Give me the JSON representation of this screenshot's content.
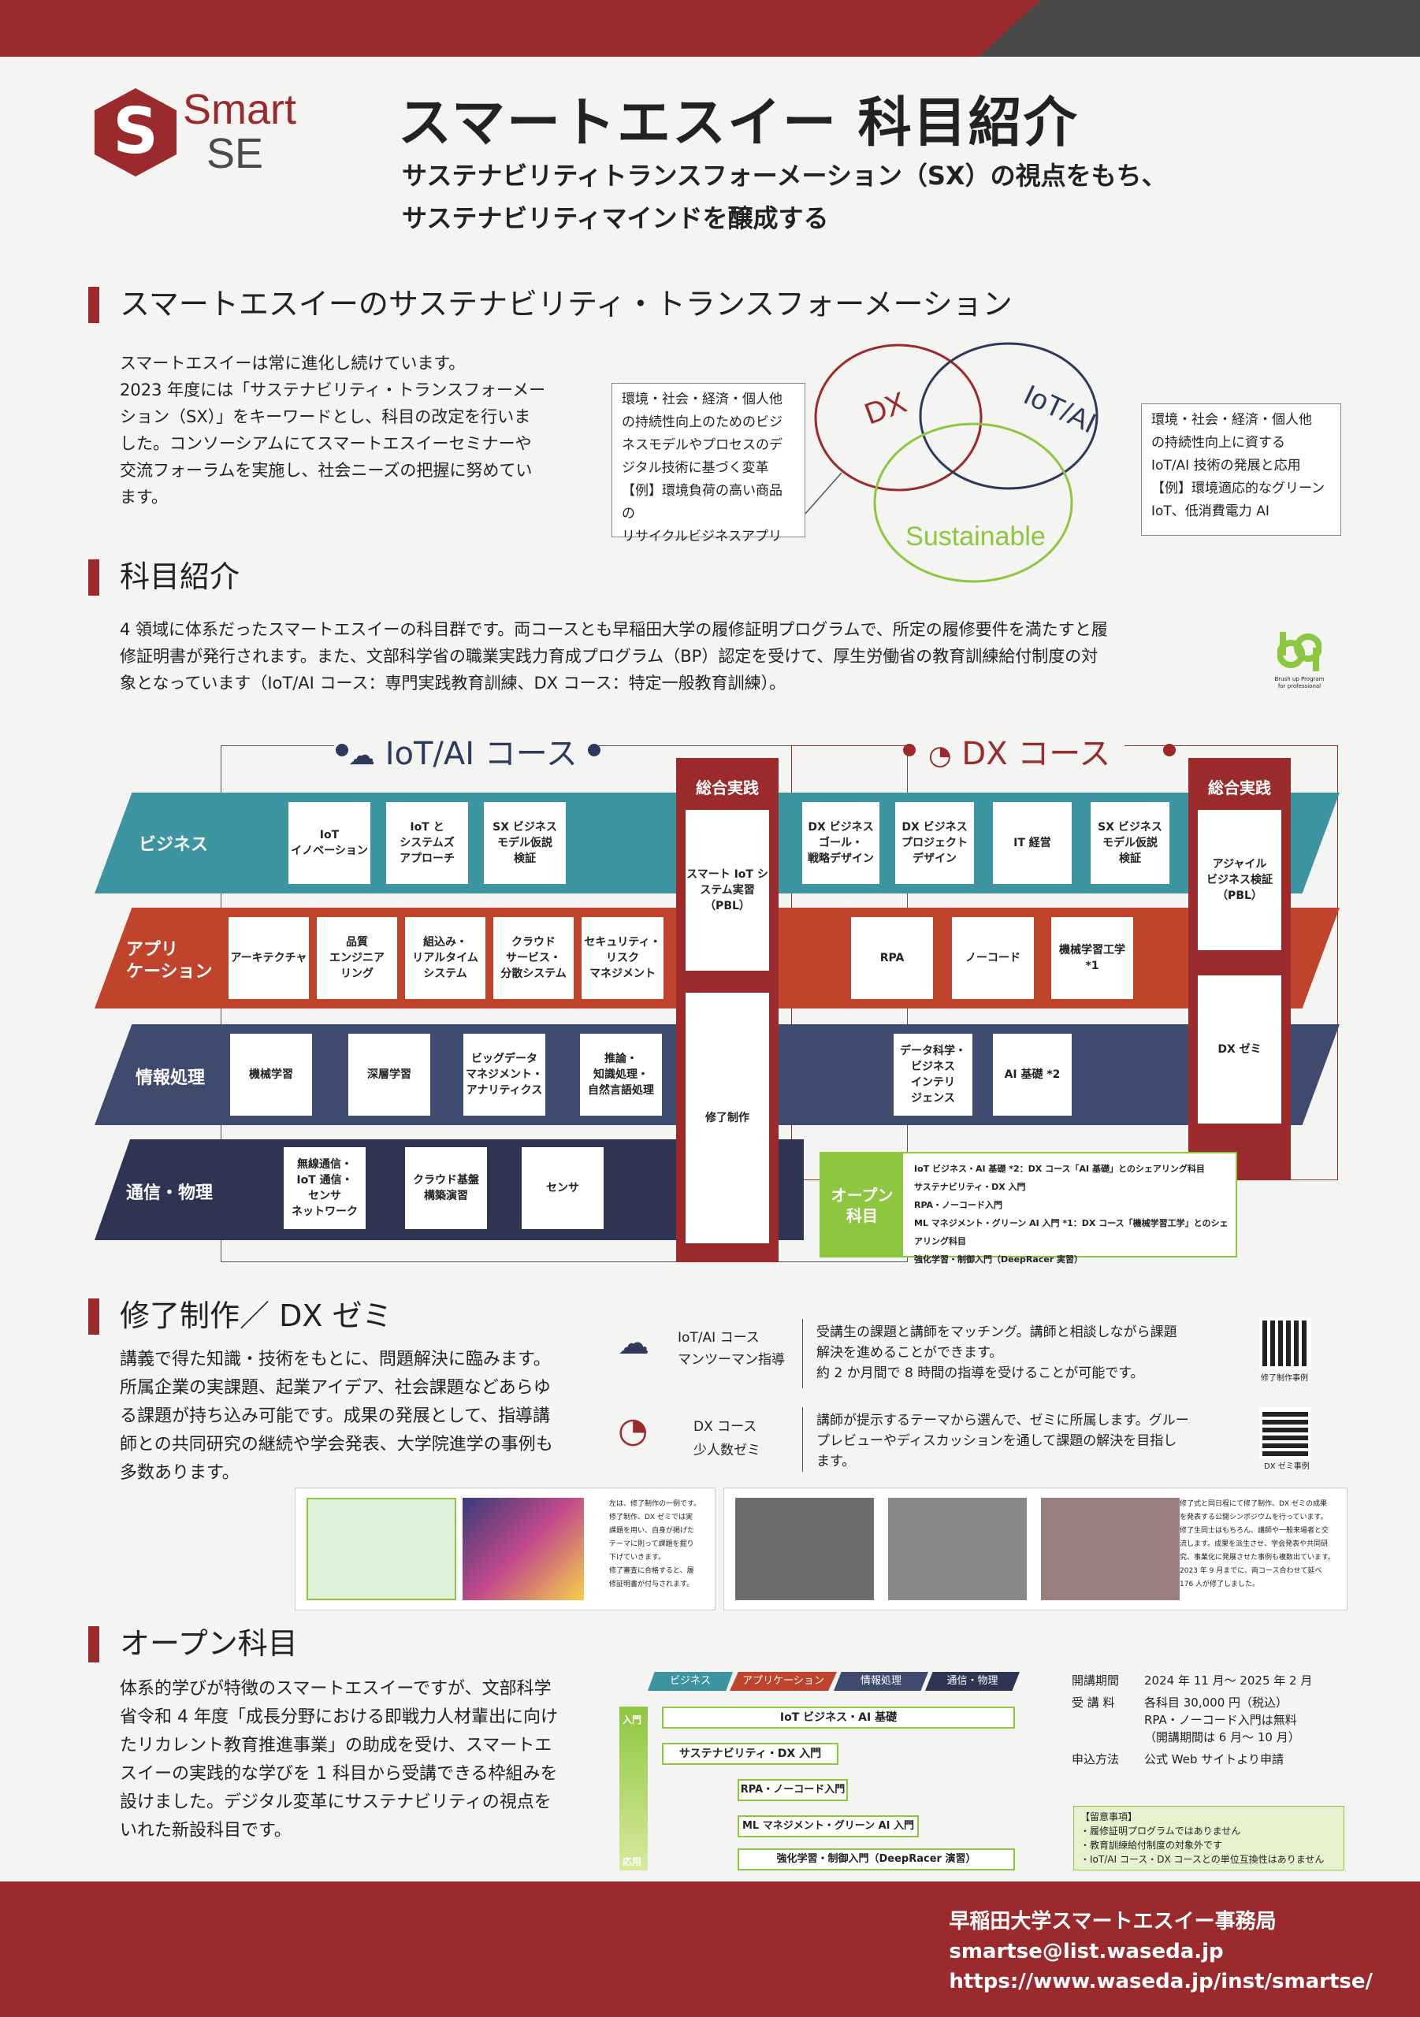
{
  "logo": {
    "word1": "Smart",
    "word2": "SE",
    "colors": {
      "accent": "#9b2a2d",
      "dark": "#4a4a4a"
    }
  },
  "title": "スマートエスイー 科目紹介",
  "subtitle": [
    "サステナビリティトランスフォーメーション（SX）の視点をもち、",
    "サステナビリティマインドを醸成する"
  ],
  "sx": {
    "heading": "スマートエスイーのサステナビリティ・トランスフォーメーション",
    "body": [
      "スマートエスイーは常に進化し続けています。",
      "2023 年度には「サステナビリティ・トランスフォーメー",
      "ション（SX）」をキーワードとし、科目の改定を行いま",
      "した。コンソーシアムにてスマートエスイーセミナーや",
      "交流フォーラムを実施し、社会ニーズの把握に努めてい",
      "ます。"
    ],
    "left_box": [
      "環境・社会・経済・個人他",
      "の持続性向上のためのビジ",
      "ネスモデルやプロセスのデ",
      "ジタル技術に基づく変革",
      "【例】環境負荷の高い商品の",
      "リサイクルビジネスアプリ"
    ],
    "right_box": [
      "環境・社会・経済・個人他",
      "の持続性向上に資する",
      "IoT/AI 技術の発展と応用",
      "【例】環境適応的なグリーン",
      "IoT、低消費電力 AI"
    ],
    "venn": {
      "dx": "DX",
      "iot": "IoT/AI",
      "sus": "Sustainable"
    }
  },
  "courses": {
    "heading": "科目紹介",
    "body": [
      "4 領域に体系だったスマートエスイーの科目群です。両コースとも早稲田大学の履修証明プログラムで、所定の履修要件を満たすと履",
      "修証明書が発行されます。また、文部科学省の職業実践力育成プログラム（BP）認定を受けて、厚生労働省の教育訓練給付制度の対",
      "象となっています（IoT/AI コース：専門実践教育訓練、DX コース：特定一般教育訓練）。"
    ],
    "bp_logo": [
      "Brush up Program",
      "for professional"
    ],
    "iot_title": "IoT/AI コース",
    "dx_title": "DX コース",
    "practice": "総合実践",
    "bands": [
      "ビジネス",
      "アプリ\nケーション",
      "情報処理",
      "通信・物理"
    ],
    "iot_cells": {
      "biz": [
        "IoT\nイノベーション",
        "IoT と\nシステムズ\nアプローチ",
        "SX ビジネス\nモデル仮説\n検証"
      ],
      "app": [
        "アーキテクチャ",
        "品質\nエンジニア\nリング",
        "組込み・\nリアルタイム\nシステム",
        "クラウド\nサービス・\n分散システム",
        "セキュリティ・\nリスク\nマネジメント"
      ],
      "info": [
        "機械学習",
        "深層学習",
        "ビッグデータ\nマネジメント・\nアナリティクス",
        "推論・\n知識処理・\n自然言語処理"
      ],
      "comm": [
        "無線通信・\nIoT 通信・\nセンサ\nネットワーク",
        "クラウド基盤\n構築演習",
        "センサ"
      ],
      "practice1": "スマート IoT シ\nステム実習\n（PBL）",
      "practice2": "修了制作"
    },
    "dx_cells": {
      "biz": [
        "DX ビジネス\nゴール・\n戦略デザイン",
        "DX ビジネス\nプロジェクト\nデザイン",
        "IT 経営",
        "SX ビジネス\nモデル仮説\n検証"
      ],
      "app": [
        "RPA",
        "ノーコード",
        "機械学習工学 *1"
      ],
      "info": [
        "データ科学・\nビジネス\nインテリ\nジェンス",
        "AI 基礎 *2"
      ],
      "practice1": "アジャイル\nビジネス検証\n（PBL）",
      "practice2": "DX ゼミ"
    },
    "open": {
      "label": "オープン\n科目",
      "items": [
        "IoT ビジネス・AI 基礎 *2：DX コース「AI 基礎」とのシェアリング科目",
        "サステナビリティ・DX 入門",
        "RPA・ノーコード入門",
        "ML マネジメント・グリーン AI 入門 *1：DX コース「機械学習工学」とのシェアリング科目",
        "強化学習・制御入門（DeepRacer 実習）"
      ]
    }
  },
  "thesis": {
    "heading": "修了制作／ DX ゼミ",
    "body": [
      "講義で得た知識・技術をもとに、問題解決に臨みます。",
      "所属企業の実課題、起業アイデア、社会課題などあらゆ",
      "る課題が持ち込み可能です。成果の発展として、指導講",
      "師との共同研究の継続や学会発表、大学院進学の事例も",
      "多数あります。"
    ],
    "iot_label": [
      "IoT/AI コース",
      "マンツーマン指導"
    ],
    "iot_text": [
      "受講生の課題と講師をマッチング。講師と相談しながら課題",
      "解決を進めることができます。",
      "約 2 か月間で 8 時間の指導を受けることが可能です。"
    ],
    "dx_label": [
      "DX コース",
      "少人数ゼミ"
    ],
    "dx_text": [
      "講師が提示するテーマから選んで、ゼミに所属します。グルー",
      "プレビューやディスカッションを通して課題の解決を目指し",
      "ます。"
    ],
    "qr1": "修了制作事例",
    "qr2": "DX ゼミ事例",
    "cap1": [
      "左は、修了制作の一例です。",
      "修了制作、DX ゼミでは実",
      "課題を用い、自身が掲げた",
      "テーマに則って課題を掘り",
      "下げていきます。",
      "修了審査に合格すると、履",
      "修証明書が付与されます。"
    ],
    "cap2": [
      "修了式と同日程にて修了制作、DX ゼミの成果",
      "を発表する公開シンポジウムを行っています。",
      "修了生同士はもちろん、講師や一般来場者と交",
      "流します。成果を派生させ、学会発表や共同研",
      "究、事業化に発展させた事例も複数出ています。",
      "2023 年 9 月までに、両コース合わせて延べ",
      "176 人が修了しました。"
    ]
  },
  "open": {
    "heading": "オープン科目",
    "body": [
      "体系的学びが特徴のスマートエスイーですが、文部科学",
      "省令和 4 年度「成長分野における即戦力人材輩出に向け",
      "たリカレント教育推進事業」の助成を受け、スマートエ",
      "スイーの実践的な学びを 1 科目から受講できる枠組みを",
      "設けました。デジタル変革にサステナビリティの視点を",
      "いれた新設科目です。"
    ],
    "tabs": [
      "ビジネス",
      "アプリケーション",
      "情報処理",
      "通信・物理"
    ],
    "entry": "入門",
    "applied": "応用",
    "items": [
      "IoT ビジネス・AI 基礎",
      "サステナビリティ・DX 入門",
      "RPA・ノーコード入門",
      "ML マネジメント・グリーン AI 入門",
      "強化学習・制御入門（DeepRacer 演習）"
    ],
    "info": [
      [
        "開講期間",
        "2024 年 11 月～ 2025 年 2 月"
      ],
      [
        "受 講 料",
        "各科目 30,000 円（税込）"
      ],
      [
        "",
        "RPA・ノーコード入門は無料"
      ],
      [
        "",
        "（開講期間は 6 月～ 10 月）"
      ],
      [
        "申込方法",
        "公式 Web サイトより申請"
      ]
    ],
    "notes_title": "【留意事項】",
    "notes": [
      "・履修証明プログラムではありません",
      "・教育訓練給付制度の対象外です",
      "・IoT/AI コース・DX コースとの単位互換性はありません"
    ]
  },
  "footer": [
    "早稲田大学スマートエスイー事務局",
    "smartse@list.waseda.jp",
    "https://www.waseda.jp/inst/smartse/"
  ]
}
